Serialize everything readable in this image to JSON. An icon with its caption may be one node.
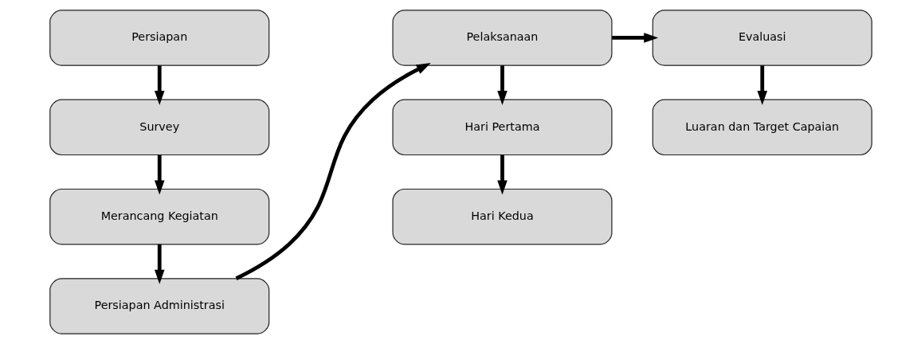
{
  "diagram": {
    "nodes": [
      {
        "text": [
          "Persiapan"
        ]
      },
      {
        "text": [
          "Survey"
        ]
      },
      {
        "text": [
          "Merancang Kegiatan"
        ]
      },
      {
        "text": [
          "Persiapan Administrasi"
        ]
      },
      {
        "text": [
          "Pelaksanaan"
        ]
      },
      {
        "text": [
          "Hari Pertama"
        ]
      },
      {
        "text": [
          "Hari Kedua"
        ]
      },
      {
        "text": [
          "Evaluasi"
        ]
      },
      {
        "text": [
          "Luaran dan Target Capaian"
        ]
      }
    ],
    "edges": [
      {
        "from": 0,
        "to": 1,
        "arrow": "to"
      },
      {
        "from": 1,
        "to": 2,
        "arrow": "to"
      },
      {
        "from": 2,
        "to": 3,
        "arrow": "to"
      },
      {
        "from": 3,
        "to": 4,
        "arrow": "to"
      },
      {
        "from": 4,
        "to": 5,
        "arrow": "to"
      },
      {
        "from": 5,
        "to": 6,
        "arrow": "to"
      },
      {
        "from": 4,
        "to": 7,
        "arrow": "to"
      },
      {
        "from": 7,
        "to": 8,
        "arrow": "to"
      }
    ]
  }
}
